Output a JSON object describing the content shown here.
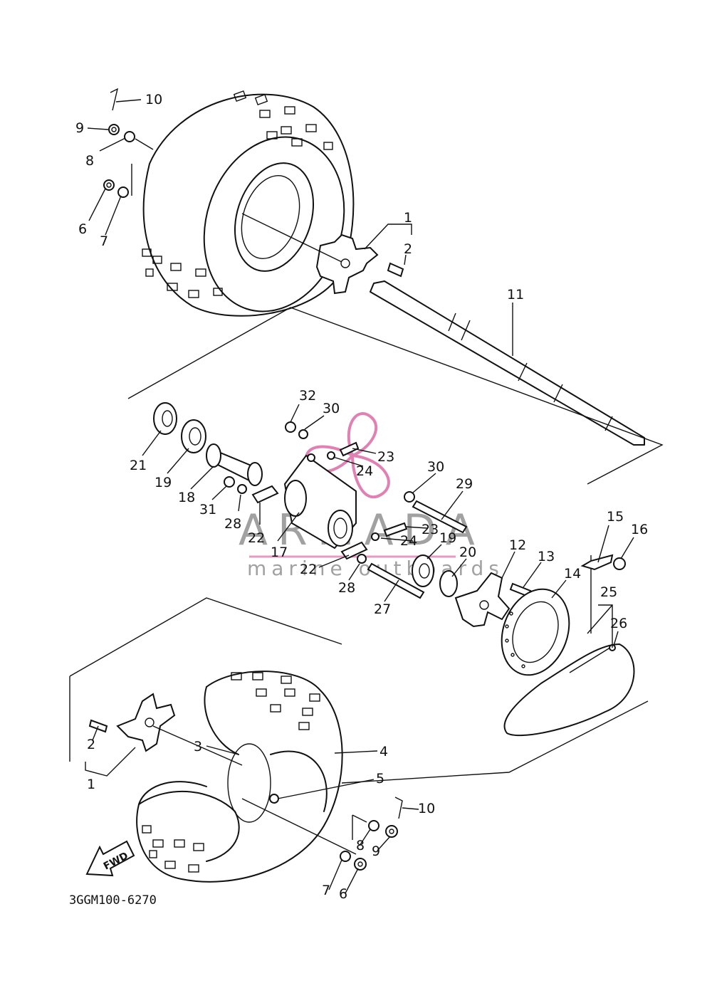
{
  "diagram_code": "3GGM100-6270",
  "fwd_label": "FWD",
  "watermark": {
    "brand": "ARMADA",
    "tagline": "marine outboards",
    "accent_color": "#d6569a"
  },
  "callouts": [
    {
      "id": "c10a",
      "text": "10"
    },
    {
      "id": "c9a",
      "text": "9"
    },
    {
      "id": "c8a",
      "text": "8"
    },
    {
      "id": "c6a",
      "text": "6"
    },
    {
      "id": "c7a",
      "text": "7"
    },
    {
      "id": "c1a",
      "text": "1"
    },
    {
      "id": "c2a",
      "text": "2"
    },
    {
      "id": "c11",
      "text": "11"
    },
    {
      "id": "c32",
      "text": "32"
    },
    {
      "id": "c30a",
      "text": "30"
    },
    {
      "id": "c23a",
      "text": "23"
    },
    {
      "id": "c24a",
      "text": "24"
    },
    {
      "id": "c21",
      "text": "21"
    },
    {
      "id": "c19a",
      "text": "19"
    },
    {
      "id": "c18",
      "text": "18"
    },
    {
      "id": "c31",
      "text": "31"
    },
    {
      "id": "c28a",
      "text": "28"
    },
    {
      "id": "c22a",
      "text": "22"
    },
    {
      "id": "c17",
      "text": "17"
    },
    {
      "id": "c30b",
      "text": "30"
    },
    {
      "id": "c29",
      "text": "29"
    },
    {
      "id": "c23b",
      "text": "23"
    },
    {
      "id": "c24b",
      "text": "24"
    },
    {
      "id": "c19b",
      "text": "19"
    },
    {
      "id": "c20",
      "text": "20"
    },
    {
      "id": "c22b",
      "text": "22"
    },
    {
      "id": "c28b",
      "text": "28"
    },
    {
      "id": "c27",
      "text": "27"
    },
    {
      "id": "c12",
      "text": "12"
    },
    {
      "id": "c13",
      "text": "13"
    },
    {
      "id": "c14",
      "text": "14"
    },
    {
      "id": "c15",
      "text": "15"
    },
    {
      "id": "c16",
      "text": "16"
    },
    {
      "id": "c25",
      "text": "25"
    },
    {
      "id": "c26",
      "text": "26"
    },
    {
      "id": "c2b",
      "text": "2"
    },
    {
      "id": "c1b",
      "text": "1"
    },
    {
      "id": "c3",
      "text": "3"
    },
    {
      "id": "c4",
      "text": "4"
    },
    {
      "id": "c5",
      "text": "5"
    },
    {
      "id": "c10b",
      "text": "10"
    },
    {
      "id": "c8b",
      "text": "8"
    },
    {
      "id": "c9b",
      "text": "9"
    },
    {
      "id": "c7b",
      "text": "7"
    },
    {
      "id": "c6b",
      "text": "6"
    }
  ]
}
